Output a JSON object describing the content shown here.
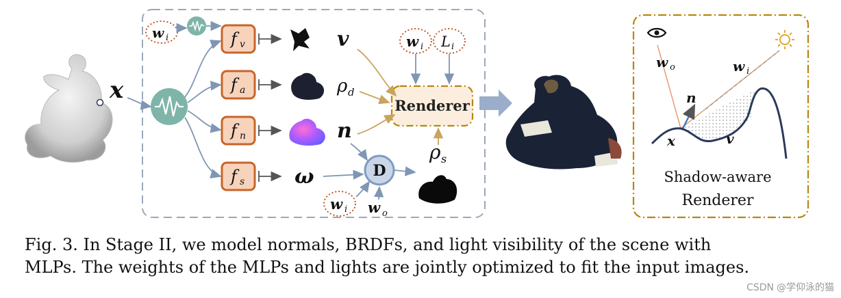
{
  "figure": {
    "input": {
      "symbol": "x",
      "input_label": "x"
    },
    "mlps": [
      {
        "name": "f",
        "sub": "v",
        "output": "v"
      },
      {
        "name": "f",
        "sub": "a",
        "output": "ρ",
        "output_sub": "d"
      },
      {
        "name": "f",
        "sub": "n",
        "output": "n"
      },
      {
        "name": "f",
        "sub": "s",
        "output": "ω"
      }
    ],
    "top_direction": {
      "symbol": "w",
      "sub": "i"
    },
    "renderer_inputs": [
      {
        "symbol": "w",
        "sub": "i"
      },
      {
        "symbol": "L",
        "sub": "i"
      }
    ],
    "renderer_label": "Renderer",
    "visibility_decoder": {
      "label": "D",
      "rho_s": "ρ",
      "rho_s_sub": "s",
      "input_w_i": {
        "symbol": "w",
        "sub": "i"
      },
      "input_w_o": {
        "symbol": "w",
        "sub": "o"
      }
    },
    "shadow_panel": {
      "title_line1": "Shadow-aware",
      "title_line2": "Renderer",
      "labels": {
        "w_o": {
          "symbol": "w",
          "sub": "o"
        },
        "w_i": {
          "symbol": "w",
          "sub": "i"
        },
        "n": "n",
        "x": "x",
        "v": "v"
      },
      "icons": [
        "eye-icon",
        "sun-icon"
      ]
    },
    "colors": {
      "dashed_border": "#9aa8bc",
      "mlp_border": "#c86428",
      "mlp_fill": "#f7d3bc",
      "encoding_fill": "#7fb5a9",
      "renderer_border": "#b8860b",
      "renderer_fill": "#fbeede",
      "decoder_fill": "#c9d6e8",
      "decoder_border": "#7f9cc0",
      "arrow_blue": "#7f96b4",
      "arrow_gold": "#c9a45c",
      "dotted_circle": "#c2551e",
      "curve": "#2b3a5a"
    }
  },
  "caption": {
    "line1": "Fig. 3. In Stage II, we model normals, BRDFs, and light visibility of the scene with",
    "line2": "MLPs. The weights of the MLPs and lights are jointly optimized to fit the input images."
  },
  "watermark": {
    "prefix": "CSDN",
    "text": "@学仰泳的猫"
  }
}
